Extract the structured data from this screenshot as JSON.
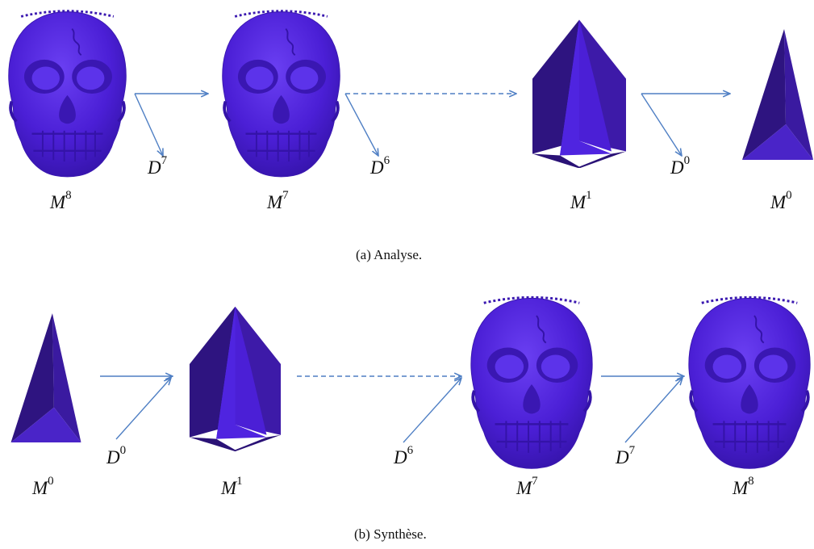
{
  "figure": {
    "analysis": {
      "caption": "(a)  Analyse.",
      "meshes": [
        {
          "name": "M",
          "sup": "8",
          "shape": "skull"
        },
        {
          "name": "M",
          "sup": "7",
          "shape": "skull"
        },
        {
          "name": "M",
          "sup": "1",
          "shape": "pyramid"
        },
        {
          "name": "M",
          "sup": "0",
          "shape": "tetrahedron"
        }
      ],
      "details": [
        {
          "name": "D",
          "sup": "7"
        },
        {
          "name": "D",
          "sup": "6"
        },
        {
          "name": "D",
          "sup": "0"
        }
      ]
    },
    "synthesis": {
      "caption": "(b)  Synthèse.",
      "meshes": [
        {
          "name": "M",
          "sup": "0",
          "shape": "tetrahedron"
        },
        {
          "name": "M",
          "sup": "1",
          "shape": "pyramid"
        },
        {
          "name": "M",
          "sup": "7",
          "shape": "skull"
        },
        {
          "name": "M",
          "sup": "8",
          "shape": "skull"
        }
      ],
      "details": [
        {
          "name": "D",
          "sup": "0"
        },
        {
          "name": "D",
          "sup": "6"
        },
        {
          "name": "D",
          "sup": "7"
        }
      ]
    },
    "colors": {
      "mesh": "#4b1fd6",
      "mesh_dark": "#2e1480",
      "arrow": "#4f7fc4"
    }
  }
}
